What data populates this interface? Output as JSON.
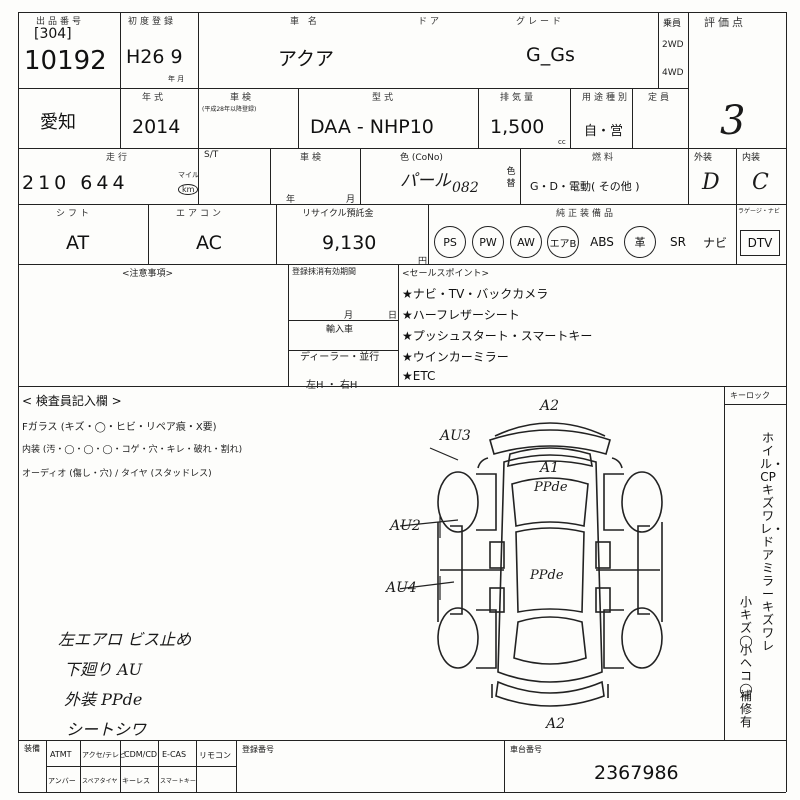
{
  "header": {
    "lot_label": "出品番号",
    "lot_code": "[304]",
    "lot_number": "10192",
    "first_reg_label": "初度登録",
    "first_reg": "H26 9",
    "first_reg_unit": "年  月",
    "name_label": "車  名",
    "car_name": "アクア",
    "door_label": "ドア",
    "grade_label": "グレード",
    "grade": "G_Gs",
    "drive_label": "乗員",
    "drive_2wd": "2WD",
    "drive_4wd": "4WD",
    "score_label": "評価点",
    "score": "3"
  },
  "row2": {
    "region": "愛知",
    "year_label": "年式",
    "year": "2014",
    "inspection_label": "車検",
    "inspection_sub": "(平成28年以降登録)",
    "model_label": "型式",
    "model": "DAA - NHP10",
    "displacement_label": "排気量",
    "displacement": "1,500",
    "cc": "cc",
    "usage_label": "用途種別",
    "usage": "自・営",
    "capacity_label": "定員"
  },
  "row3": {
    "mileage_label": "走行",
    "mileage": "210 644",
    "mile": "マイル",
    "km": "km",
    "s_label": "S/T",
    "recall_label": "車検",
    "year_unit": "年",
    "month_unit": "月",
    "color_label": "色 (CoNo)",
    "color": "パール",
    "color_code": "082",
    "color_change": "色替",
    "fuel_label": "燃料",
    "fuel_options": "G・D・電動(  その他  )",
    "exterior_label": "外装",
    "exterior": "D",
    "interior_label": "内装",
    "interior": "C"
  },
  "row4": {
    "shift_label": "シフト",
    "shift": "AT",
    "ac_label": "エアコン",
    "ac": "AC",
    "recycle_label": "リサイクル預託金",
    "recycle": "9,130",
    "yen": "円",
    "equipment_label": "純正装備品",
    "equipment": [
      "PS",
      "PW",
      "AW",
      "エアB",
      "ABS",
      "革",
      "SR",
      "ナビ",
      "DTV"
    ],
    "dtv_label": "ラゲージ・ナビ"
  },
  "row5": {
    "notes_label": "<注意事項>",
    "reg_date_label": "登録抹消有効期間",
    "month": "月",
    "day": "日",
    "import_label": "輸入車",
    "dealer": "ディーラー・並行",
    "handle": "左H ・ 右H",
    "sales_label": "<セールスポイント>",
    "sales_points": [
      "★ナビ・TV・バックカメラ",
      "★ハーフレザーシート",
      "★プッシュスタート・スマートキー",
      "★ウインカーミラー",
      "★ETC"
    ]
  },
  "inspector": {
    "title": "< 検査員記入欄 >",
    "lines": [
      "Fガラス (キズ・◯・ヒビ・リペア痕・X要)",
      "内装 (汚・◯・◯・◯・コゲ・穴・キレ・破れ・割れ)",
      "オーディオ (傷し・穴) / タイヤ (スタッドレス)"
    ],
    "keylock": "キーロック",
    "handwritten": [
      "左エアロ ビス止め",
      "下廻り AU",
      "外装 PPde",
      "シートシワ"
    ],
    "marks": [
      "A2",
      "AU3",
      "A1",
      "PPde",
      "AU2",
      "AU4",
      "PPde",
      "A2"
    ],
    "side_note_1": "ホイル・CPキズワレ・ドアミラーキズワレ",
    "side_note_2": "小キズ◯",
    "side_note_3": "小ヘコ◯",
    "side_note_4": "補修有"
  },
  "footer": {
    "label_a": "装備",
    "items_top": [
      "ATMT",
      "アクセ/テレビ",
      "CDM/CD",
      "E-CAS",
      "リモコン"
    ],
    "items_bottom": [
      "アンバー",
      "スペアタイヤ",
      "キーレス",
      "スマートキー"
    ],
    "reg_label": "登録番号",
    "chassis_label": "車台番号",
    "chassis": "2367986"
  }
}
